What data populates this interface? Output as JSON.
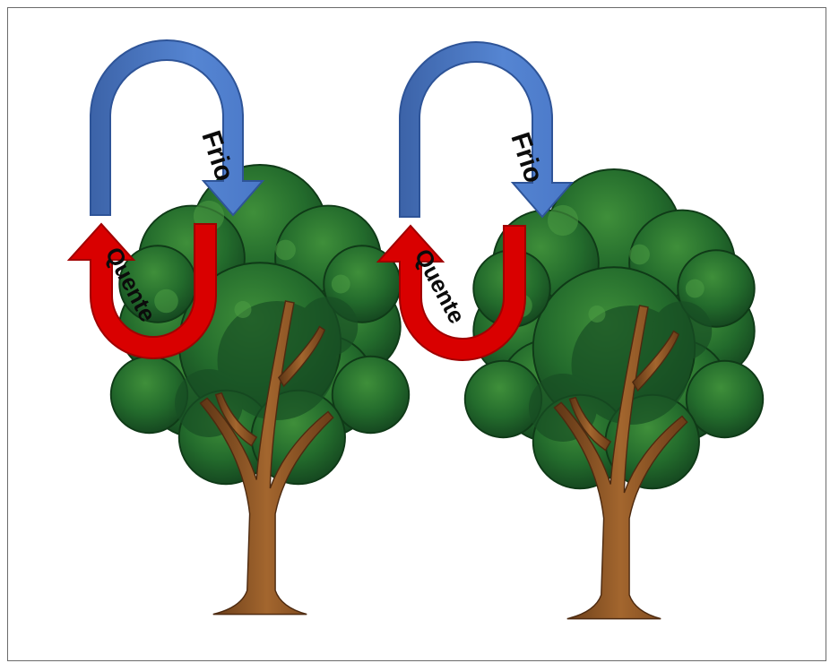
{
  "diagram": {
    "panels": [
      {
        "cold_label": "Frio",
        "hot_label": "Quente"
      },
      {
        "cold_label": "Frio",
        "hot_label": "Quente"
      }
    ]
  },
  "colors": {
    "cold_arrow": "#4a78c8",
    "hot_arrow": "#d90000",
    "foliage": "#1d5a2a",
    "trunk": "#8a5426"
  },
  "icons": [
    "tree-icon",
    "cold-air-arrow-icon",
    "hot-air-arrow-icon"
  ]
}
